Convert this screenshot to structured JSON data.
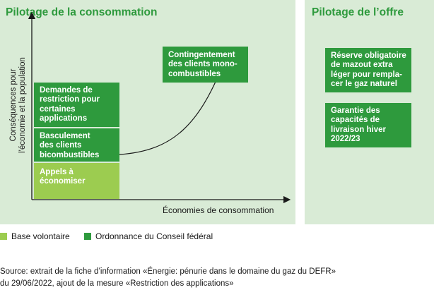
{
  "colors": {
    "panel_bg": "#d9ebd6",
    "title": "#2e9a3d",
    "ordonnance": "#2e9a3d",
    "volontaire": "#9ccc50",
    "axis": "#1a1a1a"
  },
  "consommation": {
    "title": "Pilotage de la consommation",
    "ylabel_line1": "Conséquences pour",
    "ylabel_line2": "l'économie et la population",
    "xlabel": "Économies de consommation",
    "boxes": {
      "contingentement": [
        "Contingentement",
        "des clients mono-",
        "combustibles"
      ],
      "restriction": [
        "Demandes de",
        "restriction pour",
        "certaines",
        "applications"
      ],
      "basculement": [
        "Basculement",
        "des clients",
        "bicombustibles"
      ],
      "appels": [
        "Appels à",
        "économiser"
      ]
    }
  },
  "offre": {
    "title": "Pilotage de l’offre",
    "boxes": {
      "reserve": [
        "Réserve obligatoire",
        "de mazout extra",
        "léger pour rempla-",
        "cer le gaz naturel"
      ],
      "garantie": [
        "Garantie des",
        "capacités de",
        "livraison hiver",
        "2022/23"
      ]
    }
  },
  "legend": {
    "volontaire": "Base volontaire",
    "ordonnance": "Ordonnance du Conseil fédéral"
  },
  "source": {
    "line1": "Source: extrait de la fiche d’information «Énergie: pénurie dans le domaine du gaz du DEFR»",
    "line2": "du 29/06/2022, ajout de la mesure «Restriction des applications»"
  }
}
